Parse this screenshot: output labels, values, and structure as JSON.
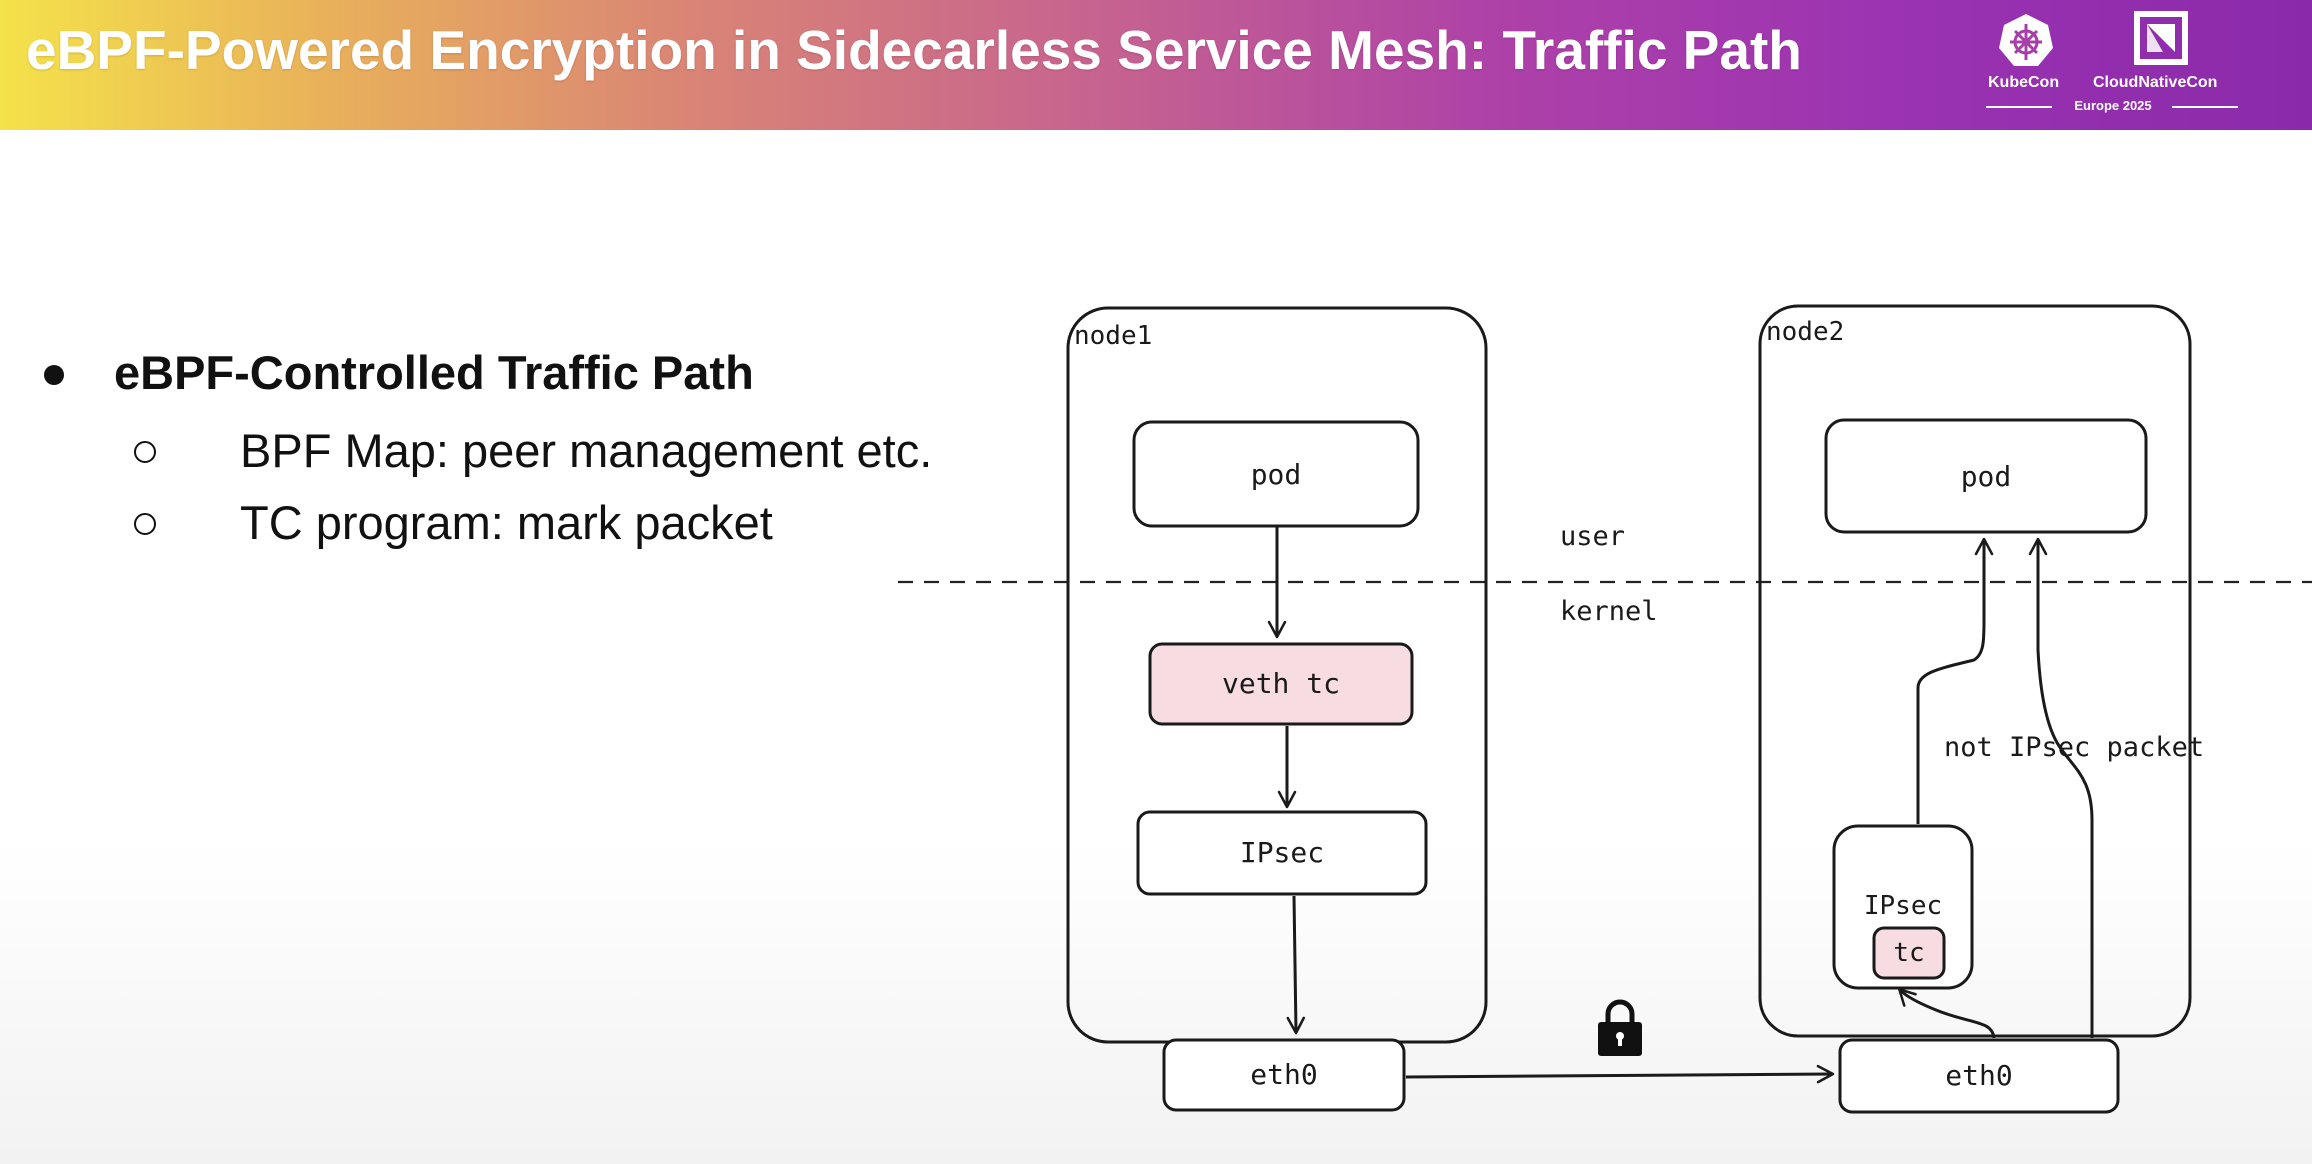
{
  "header": {
    "title": "eBPF-Powered Encryption in Sidecarless Service Mesh: Traffic Path",
    "logo_kubecon": "KubeCon",
    "logo_cloudnativecon": "CloudNativeCon",
    "logo_event": "Europe 2025"
  },
  "bullets": {
    "main": "eBPF-Controlled Traffic Path",
    "sub": [
      "BPF Map: peer management etc.",
      "TC program: mark packet"
    ]
  },
  "diagram": {
    "node1": {
      "label": "node1",
      "pod": "pod",
      "veth_tc": "veth tc",
      "ipsec": "IPsec",
      "eth0": "eth0"
    },
    "node2": {
      "label": "node2",
      "pod": "pod",
      "ipsec": "IPsec",
      "tc": "tc",
      "eth0": "eth0"
    },
    "layer_user": "user",
    "layer_kernel": "kernel",
    "not_ipsec": "not IPsec packet",
    "lock_icon": "lock-icon",
    "colors": {
      "tc_fill": "#f7dde1",
      "stroke": "#1a1a1a"
    }
  }
}
